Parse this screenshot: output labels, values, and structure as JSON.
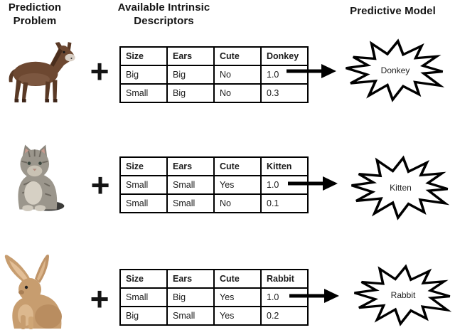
{
  "palette": {
    "accent_red": "#fe0000",
    "ink": "#000000"
  },
  "column_headers": {
    "prediction_problem": "Prediction Problem",
    "available_descriptors": "Available Intrinsic Descriptors",
    "predictive_model": "Predictive Model"
  },
  "plus": "+",
  "icons": [
    "donkey-image",
    "kitten-image",
    "rabbit-image",
    "right-arrow-icon",
    "explosion-burst"
  ],
  "rows": [
    {
      "animal": "donkey",
      "table": {
        "headers": [
          "Size",
          "Ears",
          "Cute",
          "Donkey"
        ],
        "cells": [
          [
            "Big",
            "Big",
            "No",
            "1.0"
          ],
          [
            "Small",
            "Big",
            "No",
            "0.3"
          ]
        ]
      },
      "model": "Donkey"
    },
    {
      "animal": "kitten",
      "table": {
        "headers": [
          "Size",
          "Ears",
          "Cute",
          "Kitten"
        ],
        "cells": [
          [
            "Small",
            "Small",
            "Yes",
            "1.0"
          ],
          [
            "Small",
            "Small",
            "No",
            "0.1"
          ]
        ]
      },
      "model": "Kitten"
    },
    {
      "animal": "rabbit",
      "table": {
        "headers": [
          "Size",
          "Ears",
          "Cute",
          "Rabbit"
        ],
        "cells": [
          [
            "Small",
            "Big",
            "Yes",
            "1.0"
          ],
          [
            "Big",
            "Small",
            "Yes",
            "0.2"
          ]
        ]
      },
      "model": "Rabbit"
    }
  ]
}
